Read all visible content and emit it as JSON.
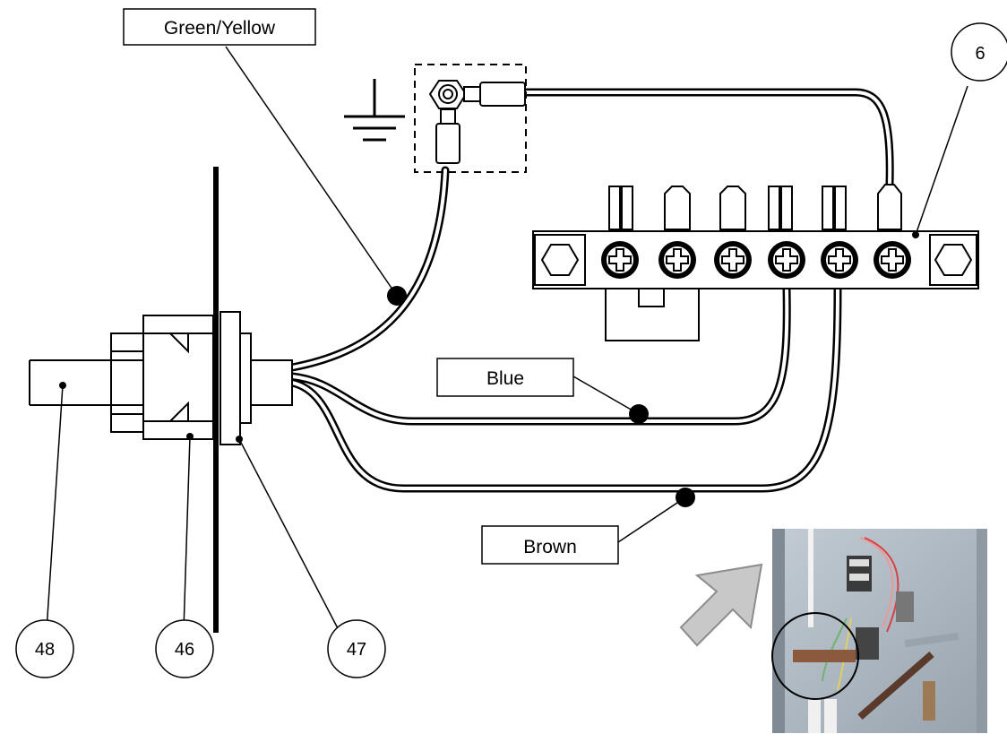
{
  "labels": {
    "green_yellow": "Green/Yellow",
    "blue": "Blue",
    "brown": "Brown"
  },
  "callouts": {
    "terminal_block": "6",
    "cable": "48",
    "gland_nut": "46",
    "lock_nut": "47"
  },
  "icons": {
    "earth": "earth-ground-icon",
    "arrow": "pointer-arrow-icon"
  },
  "colors": {
    "line": "#000000",
    "arrow_fill": "#c8c8c8",
    "panel_bg": "#a9b4be"
  }
}
